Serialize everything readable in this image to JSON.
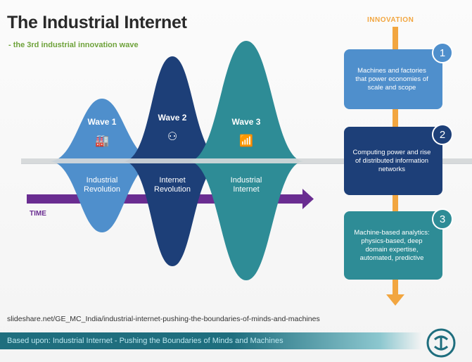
{
  "header": {
    "title": "The Industrial Internet",
    "subtitle": "- the 3rd industrial innovation wave"
  },
  "waves": [
    {
      "title": "Wave 1",
      "icon": "factory-icon",
      "icon_glyph": "🏭",
      "subtitle_line1": "Industrial",
      "subtitle_line2": "Revolution",
      "color": "#4f8fcc"
    },
    {
      "title": "Wave 2",
      "icon": "network-people-icon",
      "icon_glyph": "⚇",
      "subtitle_line1": "Internet",
      "subtitle_line2": "Revolution",
      "color": "#1d3f78"
    },
    {
      "title": "Wave 3",
      "icon": "analytics-icon",
      "icon_glyph": "📶",
      "subtitle_line1": "Industrial",
      "subtitle_line2": "Internet",
      "color": "#2e8c96"
    }
  ],
  "timeline": {
    "label": "TIME",
    "color": "#6a2d91"
  },
  "innovation": {
    "label": "INNOVATION",
    "color": "#f2a640",
    "steps": [
      {
        "number": "1",
        "text": "Machines and factories that power economies of scale and scope",
        "color": "#4f8fcc"
      },
      {
        "number": "2",
        "text": "Computing power and rise of distributed information networks",
        "color": "#1d3f78"
      },
      {
        "number": "3",
        "text": "Machine-based analytics: physics-based, deep domain expertise, automated, predictive",
        "color": "#2e8c96"
      }
    ]
  },
  "source": "slideshare.net/GE_MC_India/industrial-internet-pushing-the-boundaries-of-minds-and-machines",
  "footer": {
    "text": "Based upon: Industrial Internet - Pushing the Boundaries of Minds and Machines",
    "logo": "ge-logo"
  }
}
